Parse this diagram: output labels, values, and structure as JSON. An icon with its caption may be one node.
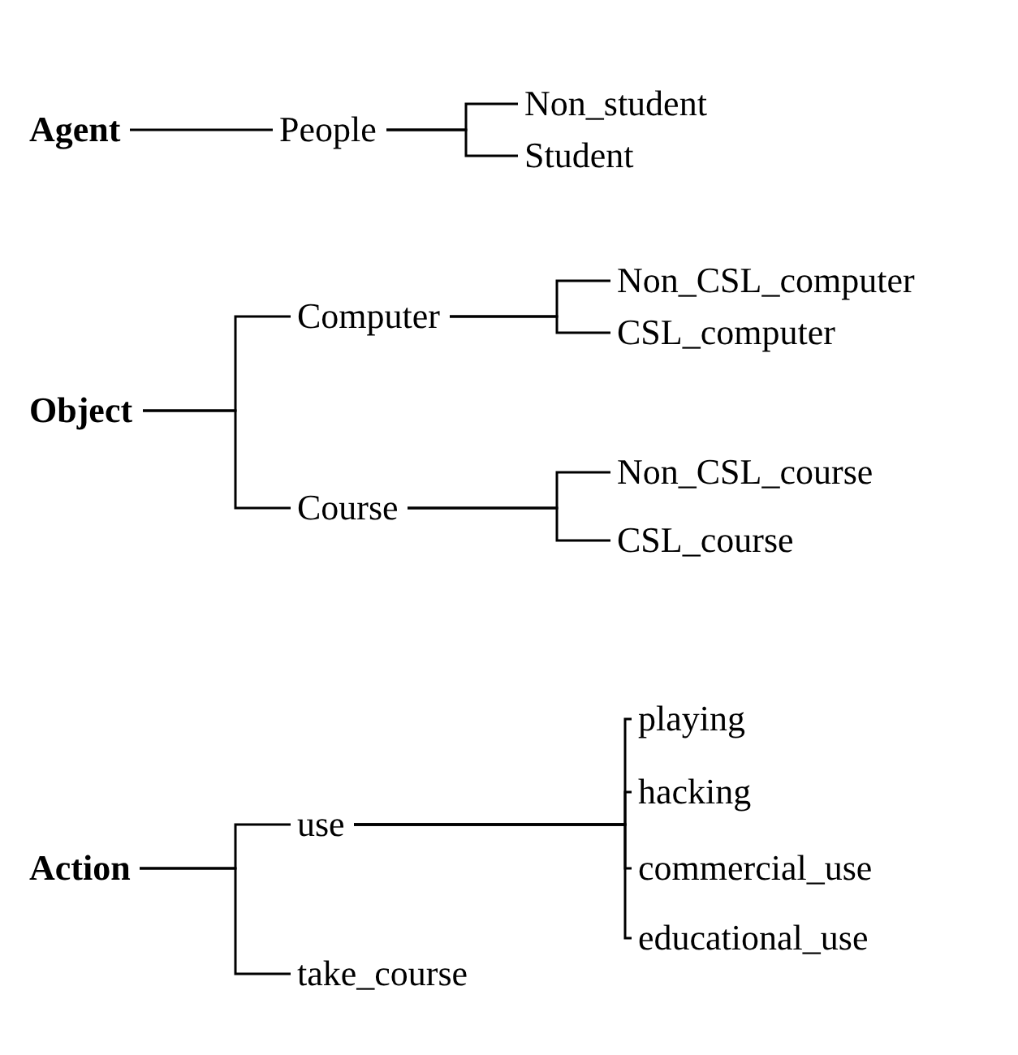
{
  "diagram": {
    "nodes": [
      {
        "text": [
          "Agent"
        ]
      },
      {
        "text": [
          "People"
        ]
      },
      {
        "text": [
          "Non_student"
        ]
      },
      {
        "text": [
          "Student"
        ]
      },
      {
        "text": [
          "Object"
        ]
      },
      {
        "text": [
          "Computer"
        ]
      },
      {
        "text": [
          "Course"
        ]
      },
      {
        "text": [
          "Non_CSL_computer"
        ]
      },
      {
        "text": [
          "CSL_computer"
        ]
      },
      {
        "text": [
          "Non_CSL_course"
        ]
      },
      {
        "text": [
          "CSL_course"
        ]
      },
      {
        "text": [
          "Action"
        ]
      },
      {
        "text": [
          "use"
        ]
      },
      {
        "text": [
          "take_course"
        ]
      },
      {
        "text": [
          "playing"
        ]
      },
      {
        "text": [
          "hacking"
        ]
      },
      {
        "text": [
          "commercial_use"
        ]
      },
      {
        "text": [
          "educational_use"
        ]
      }
    ],
    "edges": [
      {
        "from": 0,
        "to": 1,
        "arrow": "none"
      },
      {
        "from": 1,
        "to": 2,
        "arrow": "none"
      },
      {
        "from": 1,
        "to": 3,
        "arrow": "none"
      },
      {
        "from": 4,
        "to": 5,
        "arrow": "none"
      },
      {
        "from": 4,
        "to": 6,
        "arrow": "none"
      },
      {
        "from": 5,
        "to": 7,
        "arrow": "none"
      },
      {
        "from": 5,
        "to": 8,
        "arrow": "none"
      },
      {
        "from": 6,
        "to": 9,
        "arrow": "none"
      },
      {
        "from": 6,
        "to": 10,
        "arrow": "none"
      },
      {
        "from": 11,
        "to": 12,
        "arrow": "none"
      },
      {
        "from": 11,
        "to": 13,
        "arrow": "none"
      },
      {
        "from": 12,
        "to": 14,
        "arrow": "none"
      },
      {
        "from": 12,
        "to": 15,
        "arrow": "none"
      },
      {
        "from": 12,
        "to": 16,
        "arrow": "none"
      },
      {
        "from": 12,
        "to": 17,
        "arrow": "none"
      }
    ]
  }
}
